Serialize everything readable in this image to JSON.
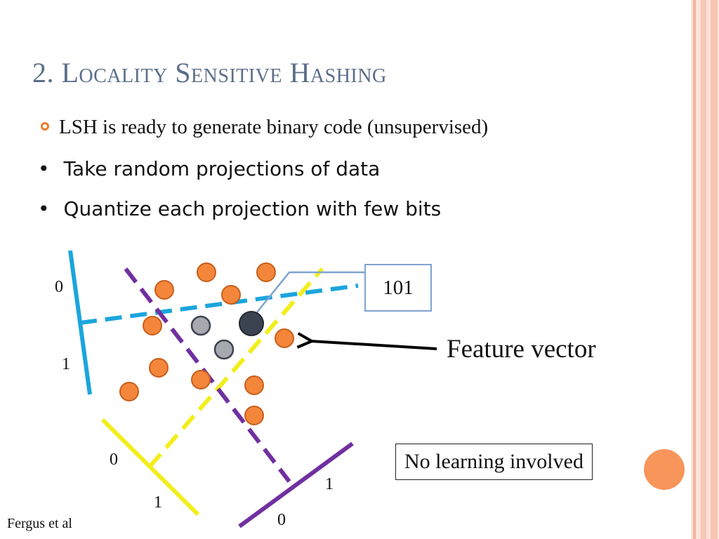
{
  "slide": {
    "title": "2. Locality Sensitive Hashing",
    "bullets": {
      "main": "LSH is ready to generate binary code (unsupervised)",
      "sub": [
        "Take random projections of data",
        "Quantize each projection with few bits"
      ]
    },
    "diagram": {
      "code_box": "101",
      "feature_label": "Feature vector",
      "note_box": "No learning involved",
      "bit_labels": {
        "blue_top": "0",
        "blue_bottom": "1",
        "yellow_top": "0",
        "yellow_bottom": "1",
        "purple_right": "1",
        "purple_bottom": "0"
      }
    },
    "citation": "Fergus et al"
  },
  "colors": {
    "title": "#5b6e8a",
    "accent_orange": "#f07b2a",
    "data_point": "#f4863c",
    "query_point": "#3c4350",
    "neighbor_point": "#a6aab0",
    "projection_blue": "#1ba5dd",
    "projection_yellow": "#f2ee1c",
    "projection_purple": "#7030a0",
    "code_box_border": "#7fa3cf",
    "stripe": "#f8c6b4"
  }
}
